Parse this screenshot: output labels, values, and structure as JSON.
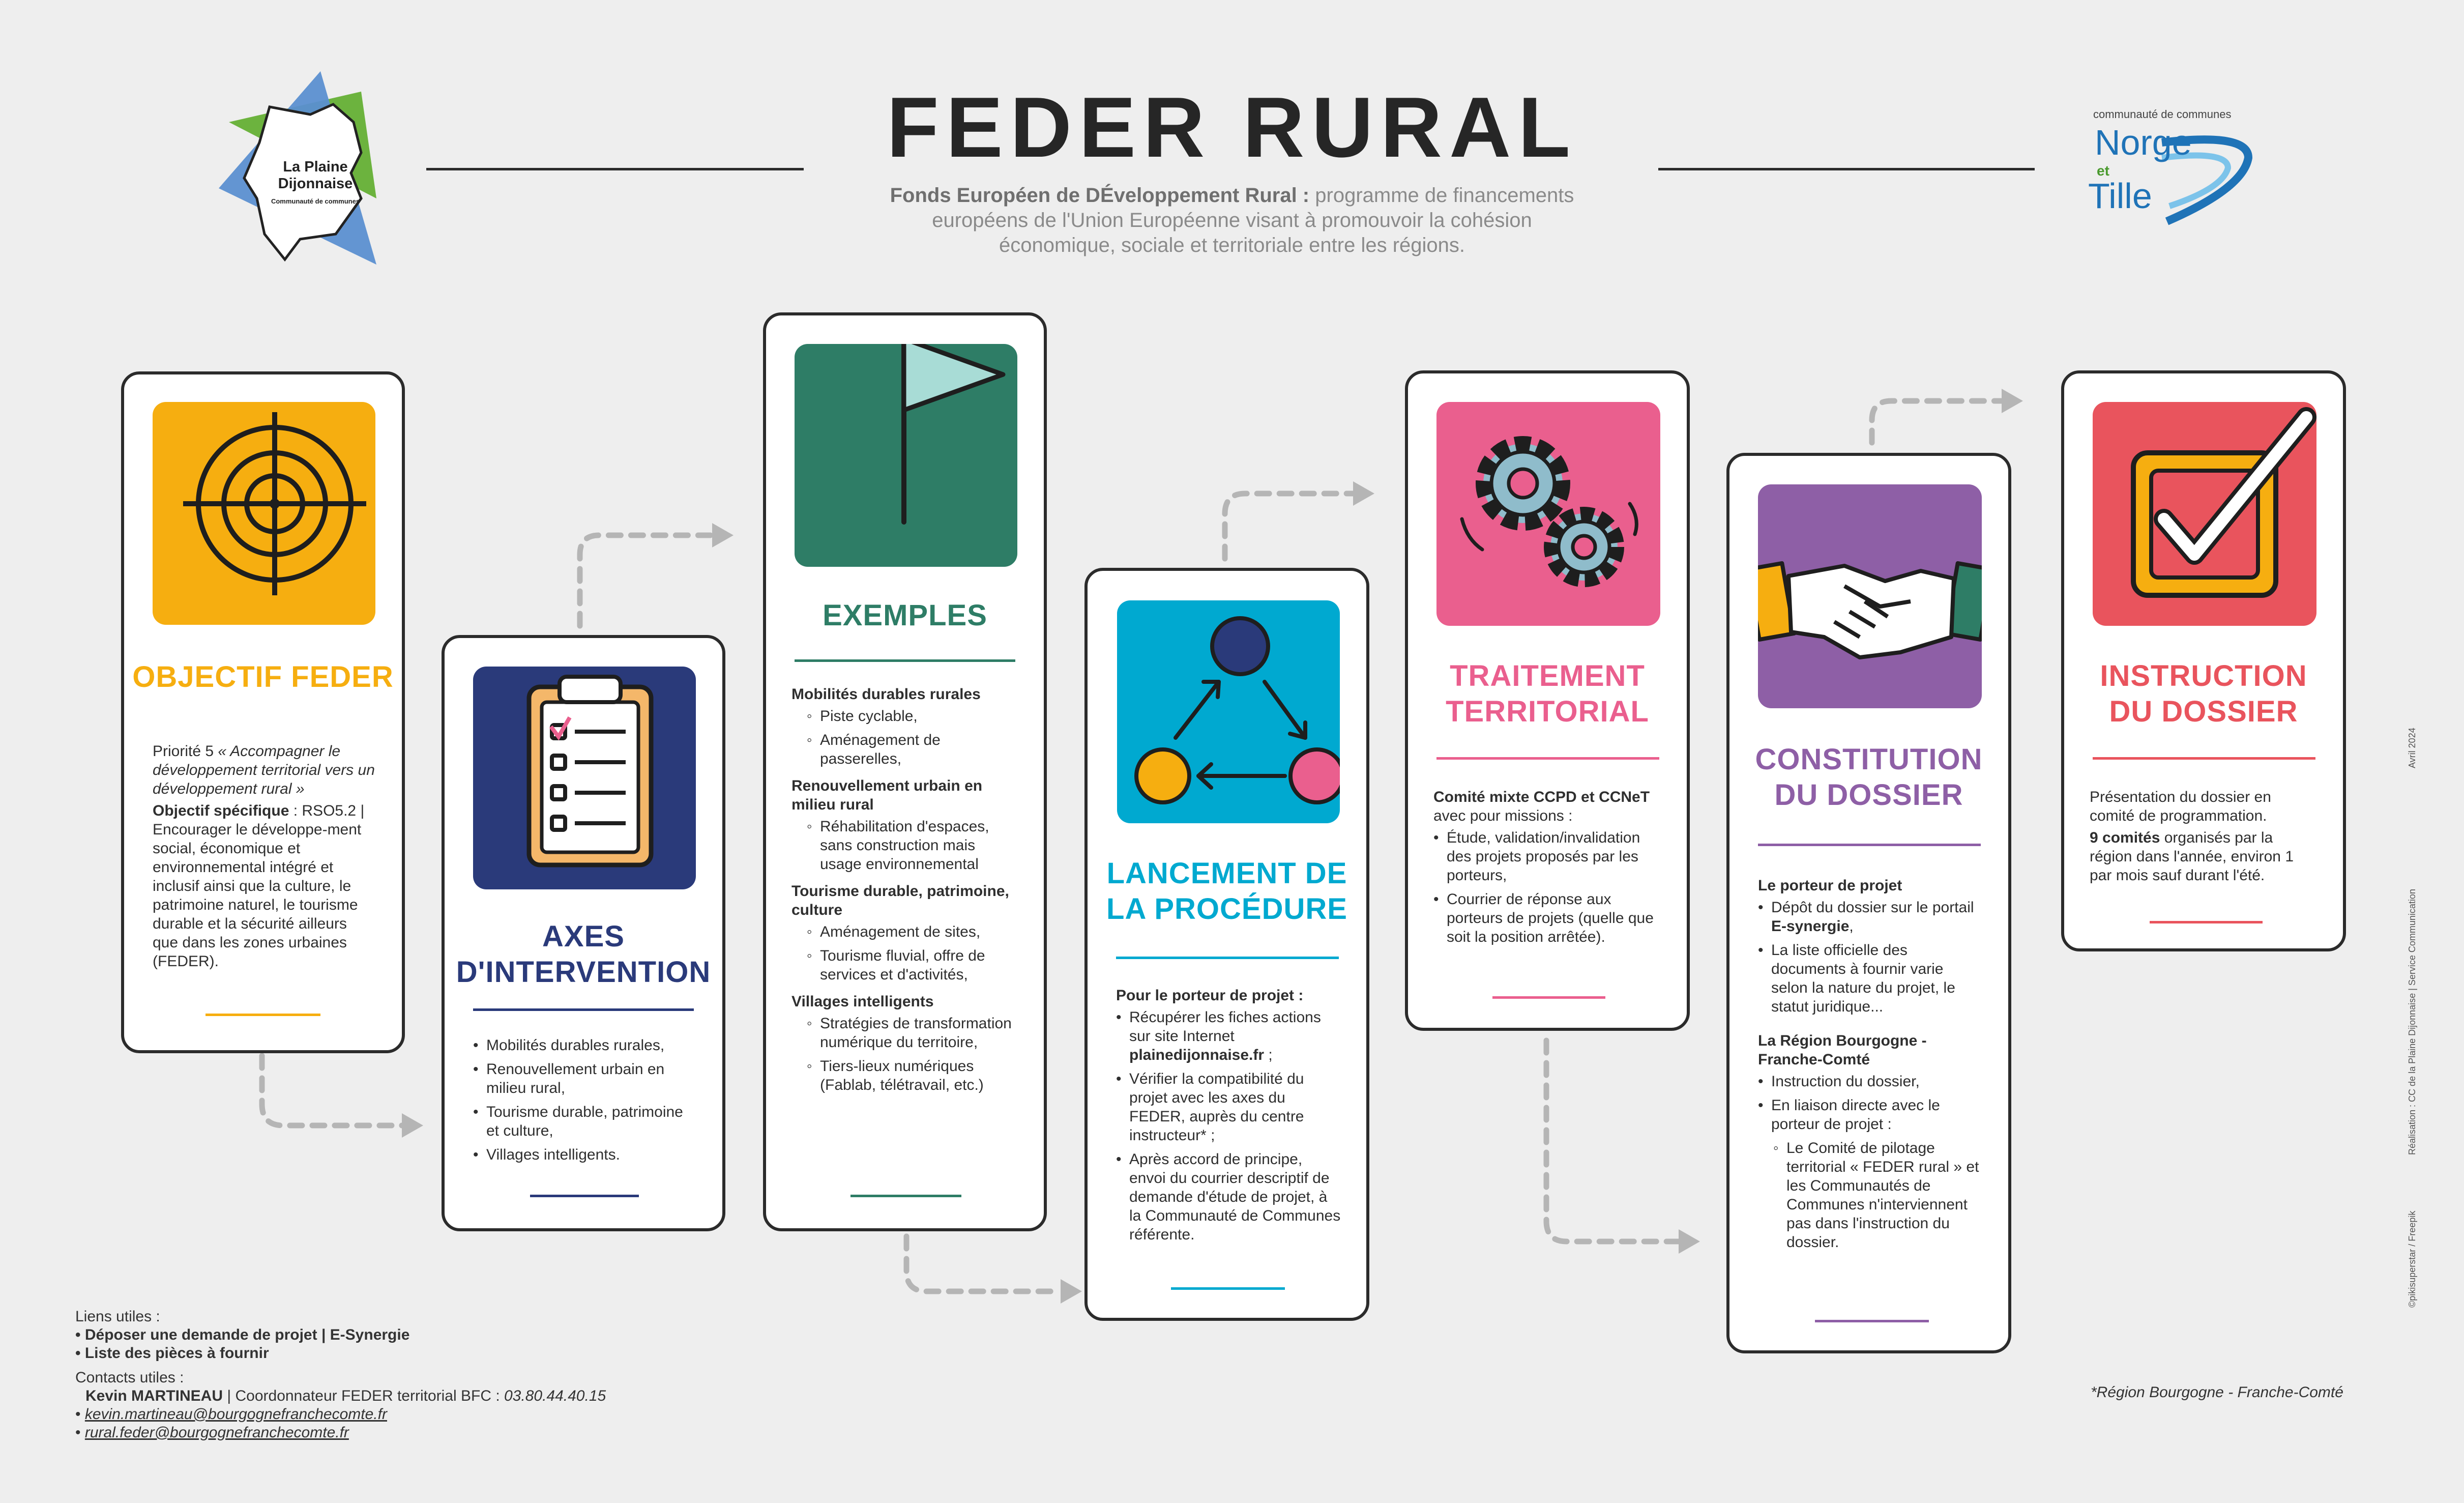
{
  "header": {
    "title": "FEDER RURAL",
    "subtitle_bold": "Fonds Européen de DÉveloppement Rural :",
    "subtitle_rest": " programme de financements européens de l'Union Européenne visant à promouvoir la cohésion économique, sociale et territoriale entre les régions."
  },
  "logos": {
    "left_name": "La Plaine Dijonnaise",
    "left_sub": "Communauté de communes",
    "right_small": "communauté de communes",
    "right_norge": "Norge",
    "right_et": "et",
    "right_tille": "Tille"
  },
  "colors": {
    "objectif": "#f6ae10",
    "axes": "#2a3a7a",
    "exemples": "#2e7d66",
    "lancement": "#00a9d0",
    "traitement": "#ea5f8e",
    "constitution": "#8e5fa6",
    "instruction": "#e9545d",
    "arrow": "#b5b5b5"
  },
  "cards": {
    "objectif": {
      "icon": "target-icon",
      "title": "OBJECTIF FEDER",
      "p1_plain": "Priorité 5 ",
      "p1_italic": "« Accompagner le développement territorial vers un développement rural »",
      "p2_bold": "Objectif spécifique",
      "p2_rest": " : RSO5.2 | Encourager le développe-ment social, économique et environnemental intégré et inclusif ainsi que la culture, le patrimoine naturel, le tourisme durable et la sécurité ailleurs que dans les zones urbaines (FEDER)."
    },
    "axes": {
      "icon": "clipboard-icon",
      "title_line1": "AXES",
      "title_line2": "D'INTERVENTION",
      "items": [
        "Mobilités durables rurales,",
        "Renouvellement urbain en milieu rural,",
        "Tourisme durable, patrimoine et culture,",
        "Villages intelligents."
      ]
    },
    "exemples": {
      "icon": "flag-icon",
      "title": "EXEMPLES",
      "g1_head": "Mobilités durables rurales",
      "g1_items": [
        "Piste cyclable,",
        "Aménagement de passerelles,"
      ],
      "g2_head": "Renouvellement urbain en milieu rural",
      "g2_items": [
        "Réhabilitation d'espaces, sans construction mais usage environnemental"
      ],
      "g3_head": "Tourisme durable, patrimoine, culture",
      "g3_items": [
        "Aménagement de sites,",
        "Tourisme fluvial, offre de services et d'activités,"
      ],
      "g4_head": "Villages intelligents",
      "g4_items": [
        "Stratégies de transformation numérique du territoire,",
        "Tiers-lieux numériques (Fablab, télétravail, etc.)"
      ]
    },
    "lancement": {
      "icon": "cycle-icon",
      "title_line1": "LANCEMENT DE",
      "title_line2": "LA PROCÉDURE",
      "head": "Pour le porteur de projet :",
      "item1_plain": "Récupérer les fiches actions sur site Internet ",
      "item1_bold": "plainedijonnaise.fr",
      "item1_end": " ;",
      "item2": "Vérifier la compatibilité du projet avec les axes du FEDER, auprès du centre instructeur* ;",
      "item3": "Après accord de principe, envoi du courrier descriptif de demande d'étude de projet, à la Communauté de Communes référente."
    },
    "traitement": {
      "icon": "gears-icon",
      "title_line1": "TRAITEMENT",
      "title_line2": "TERRITORIAL",
      "intro_bold": "Comité mixte CCPD et CCNeT",
      "intro_rest": " avec pour missions :",
      "items": [
        "Étude, validation/invalidation des projets proposés par les porteurs,",
        "Courrier de réponse aux porteurs de projets (quelle que soit la position arrêtée)."
      ]
    },
    "constitution": {
      "icon": "handshake-icon",
      "title_line1": "CONSTITUTION",
      "title_line2": "DU DOSSIER",
      "head1": "Le porteur de projet",
      "item1_plain": "Dépôt du dossier sur le portail ",
      "item1_bold": "E-synergie",
      "item1_end": ",",
      "item2": "La liste officielle des documents à fournir varie selon la nature du projet, le statut juridique...",
      "head2": "La Région Bourgogne - Franche-Comté",
      "item3": "Instruction du dossier,",
      "item4": "En liaison directe avec le porteur de projet :",
      "sub_item": "Le Comité de pilotage territorial « FEDER rural » et les Communautés de Communes n'interviennent pas dans l'instruction du dossier."
    },
    "instruction": {
      "icon": "checkbox-icon",
      "title_line1": "INSTRUCTION",
      "title_line2": "DU DOSSIER",
      "p1": "Présentation du dossier en comité de programmation.",
      "p2_bold": "9 comités",
      "p2_rest": " organisés par la région dans l'année, environ 1 par mois sauf durant l'été."
    }
  },
  "footer": {
    "links_title": "Liens utiles :",
    "link1": "Déposer une demande de projet | E-Synergie",
    "link2": "Liste des pièces à fournir",
    "contacts_title": "Contacts utiles :",
    "contact_name": "Kevin MARTINEAU",
    "contact_role": " | Coordonnateur FEDER territorial BFC : ",
    "contact_phone": "03.80.44.40.15",
    "email1": "kevin.martineau@bourgognefranchecomte.fr",
    "email2": "rural.feder@bourgognefranchecomte.fr",
    "region_note": "*Région Bourgogne - Franche-Comté",
    "credit_date": "Avril 2024",
    "credit_realisation": "Réalisation : CC de la Plaine Dijonnaise | Service Communication",
    "credit_images": "©pikisuperstar / Freepik"
  }
}
